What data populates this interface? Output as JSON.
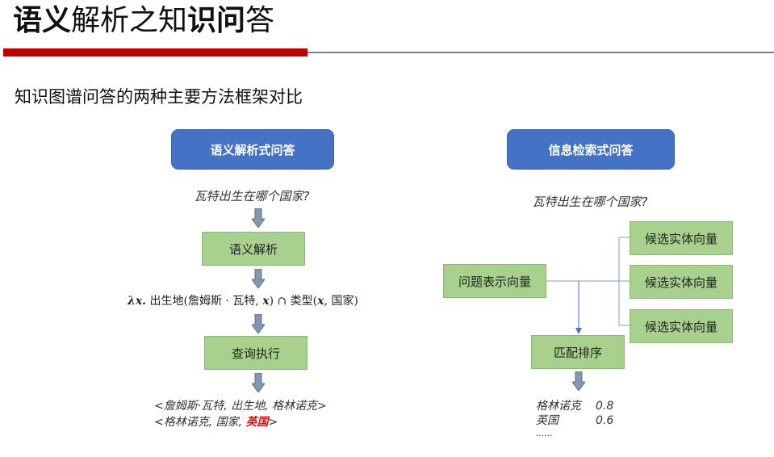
{
  "slide": {
    "title_part1": "语义",
    "title_part2": "解析之知",
    "title_part3": "识问",
    "title_part4": "答",
    "subtitle": "知识图谱问答的两种主要方法框架对比"
  },
  "left": {
    "header": "语义解析式问答",
    "question": "瓦特出生在哪个国家?",
    "step1": "语义解析",
    "formula": {
      "lambda": "λx.",
      "pre": " 出生地(詹姆斯 · 瓦特, ",
      "x1": "x",
      "mid": ") ∩ 类型(",
      "x2": "x",
      "post": ", 国家)"
    },
    "step2": "查询执行",
    "result_line1": "<詹姆斯·瓦特, 出生地, 格林诺克>",
    "result_line2_pre": "<格林诺克, 国家, ",
    "result_line2_highlight": "英国",
    "result_line2_post": ">"
  },
  "right": {
    "header": "信息检索式问答",
    "question": "瓦特出生在哪个国家?",
    "question_box": "问题表示向量",
    "candidates": [
      "候选实体向量",
      "候选实体向量",
      "候选实体向量"
    ],
    "rank_box": "匹配排序",
    "ranking": [
      {
        "name": "格林诺克",
        "score": "0.8"
      },
      {
        "name": "英国",
        "score": "0.6"
      }
    ],
    "ellipsis": "......"
  },
  "colors": {
    "accent_red": "#c00000",
    "box_blue": "#4472c4",
    "box_green": "#a9d18e",
    "highlight_red": "#e01010",
    "arrow_gray": "#8497b0"
  }
}
